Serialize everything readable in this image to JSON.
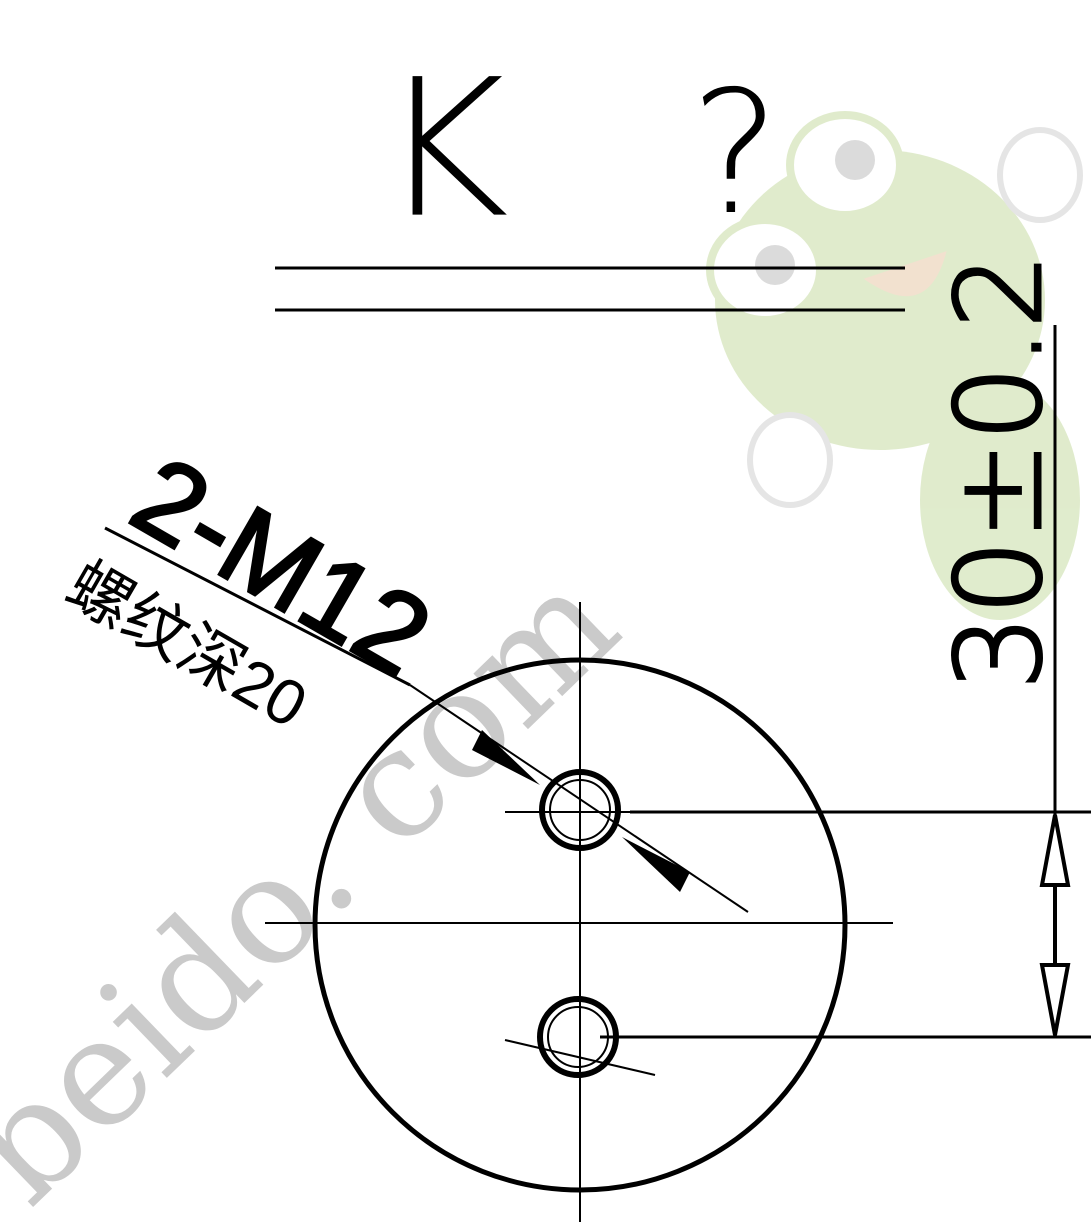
{
  "view_label": {
    "letter": "K",
    "mark": "?"
  },
  "thread_callout": {
    "spec": "2-M12",
    "depth_note": "螺纹深20"
  },
  "dimension": {
    "text": "30±0.2"
  },
  "watermark": {
    "text": "beido. com"
  },
  "colors": {
    "line": "#000000",
    "watermark_text": "#bdbdbd",
    "watermark_frog": "#c7dca4"
  }
}
